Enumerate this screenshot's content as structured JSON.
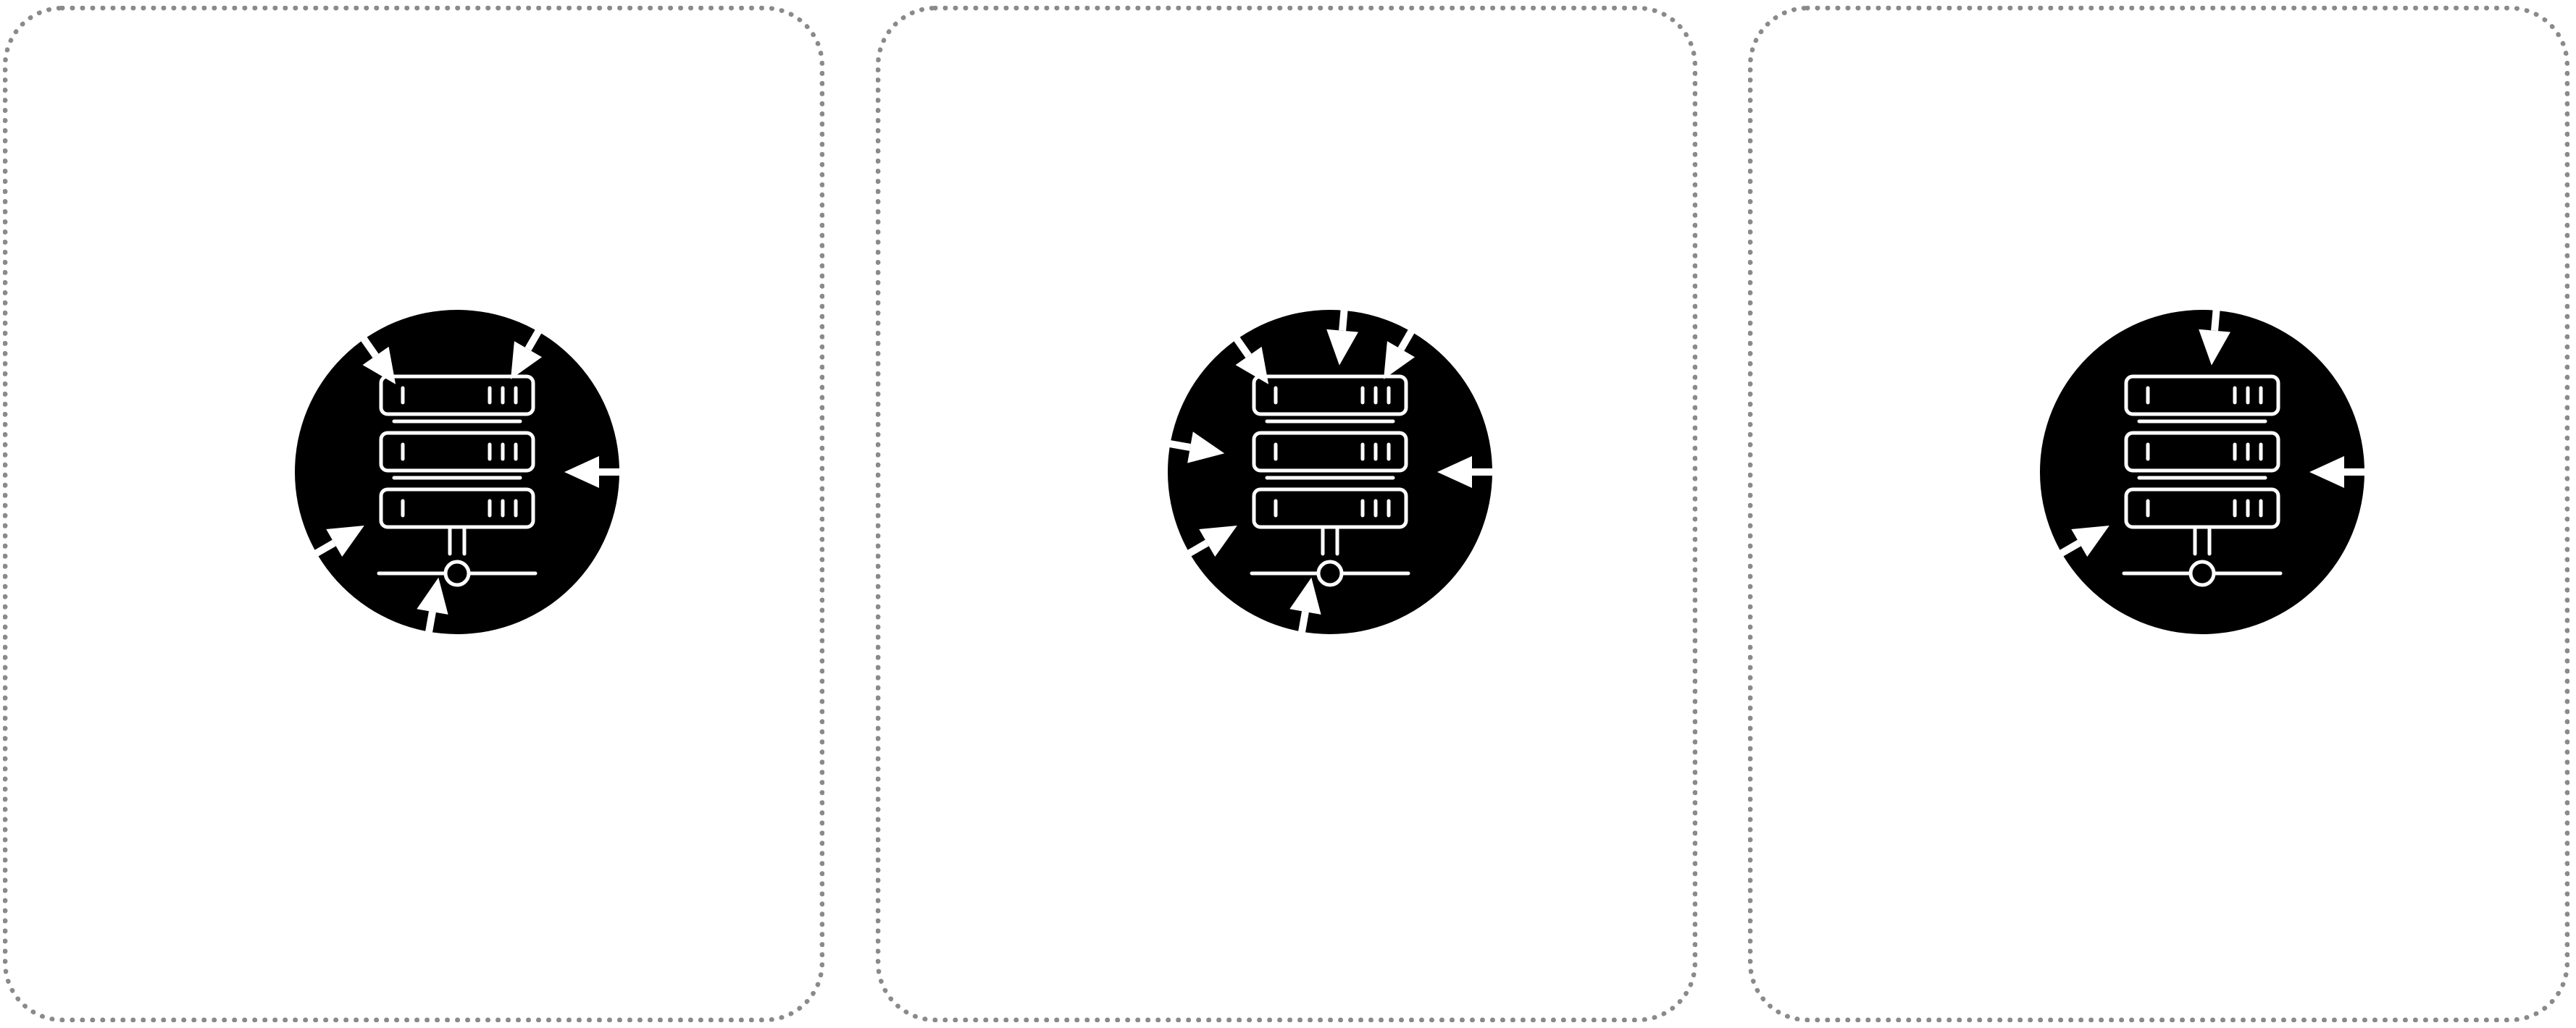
{
  "colors": {
    "background": "#ffffff",
    "panel_border": "#8a8a8a",
    "icon_fill": "#000000",
    "icon_line": "#ffffff"
  },
  "icons": {
    "server": "server-rack-icon",
    "arrow": "arrow-icon"
  },
  "panels": [
    {
      "name": "panel-1",
      "icon": "server-rack-icon",
      "arrows": [
        {
          "name": "arrow-top",
          "deg": 100
        },
        {
          "name": "arrow-upper-right",
          "deg": 150
        },
        {
          "name": "arrow-left",
          "deg": 0
        },
        {
          "name": "arrow-lower-left",
          "deg": -60
        },
        {
          "name": "arrow-lower-right",
          "deg": -125
        }
      ]
    },
    {
      "name": "panel-2",
      "icon": "server-rack-icon",
      "arrows": [
        {
          "name": "arrow-top",
          "deg": 100
        },
        {
          "name": "arrow-upper-right",
          "deg": 150
        },
        {
          "name": "arrow-left",
          "deg": 0
        },
        {
          "name": "arrow-right",
          "deg": 190
        },
        {
          "name": "arrow-lower-left",
          "deg": -60
        },
        {
          "name": "arrow-bottom",
          "deg": -85
        },
        {
          "name": "arrow-lower-right",
          "deg": -125
        }
      ]
    },
    {
      "name": "panel-3",
      "icon": "server-rack-icon",
      "arrows": [
        {
          "name": "arrow-upper-right",
          "deg": 150
        },
        {
          "name": "arrow-left",
          "deg": 0
        },
        {
          "name": "arrow-bottom",
          "deg": -85
        }
      ]
    }
  ]
}
